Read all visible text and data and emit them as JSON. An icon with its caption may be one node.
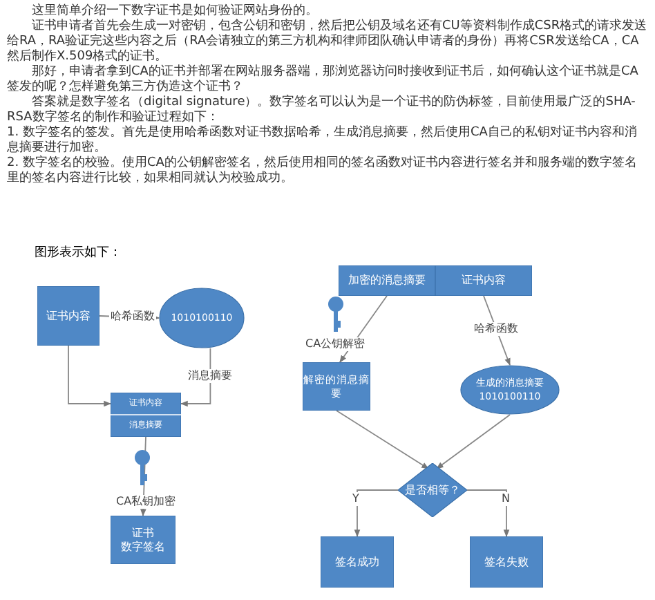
{
  "diagram": {
    "nodes": [
      {
        "text": [
          "证书内容"
        ]
      },
      {
        "text": [
          "1010100110"
        ]
      },
      {
        "text": [
          "证书内容",
          "消息摘要"
        ]
      },
      {
        "text": [
          "证书",
          "数字签名"
        ]
      },
      {
        "text": [
          "加密的消息摘要"
        ]
      },
      {
        "text": [
          "证书内容"
        ]
      },
      {
        "text": [
          "解密的消息摘要"
        ]
      },
      {
        "text": [
          "生成的消息摘要",
          "1010100110"
        ]
      },
      {
        "text": [
          "是否相等？"
        ]
      },
      {
        "text": [
          "签名成功"
        ]
      },
      {
        "text": [
          "签名失败"
        ]
      }
    ],
    "edges": [
      {
        "from": 0,
        "to": 1,
        "arrow": "to",
        "label": "哈希函数"
      },
      {
        "from": 0,
        "to": 2,
        "arrow": "to"
      },
      {
        "from": 1,
        "to": 2,
        "arrow": "to",
        "label": "消息摘要"
      },
      {
        "from": 2,
        "to": 3,
        "arrow": "to",
        "label": "CA私钥加密"
      },
      {
        "from": 4,
        "to": 6,
        "arrow": "to",
        "label": "CA公钥解密"
      },
      {
        "from": 5,
        "to": 7,
        "arrow": "to",
        "label": "哈希函数"
      },
      {
        "from": 6,
        "to": 8,
        "arrow": "to"
      },
      {
        "from": 7,
        "to": 8,
        "arrow": "to"
      },
      {
        "from": 8,
        "to": 9,
        "arrow": "to",
        "label": "Y"
      },
      {
        "from": 8,
        "to": 10,
        "arrow": "to",
        "label": "N"
      }
    ],
    "labels": [
      "这里简单介绍一下数字证书是如何验证网站身份的。",
      "证书申请者首先会生成一对密钥，包含公钥和密钥，然后把公钥及域名还有CU等资料制作成CSR格式的请求发送给RA，RA验证完这些内容之后（RA会请独立的第三方机构和律师团队确认申请者的身份）再将CSR发送给CA，CA然后制作X.509格式的证书。",
      "那好，申请者拿到CA的证书并部署在网站服务器端，那浏览器访问时接收到证书后，如何确认这个证书就是CA签发的呢？怎样避免第三方伪造这个证书？",
      "答案就是数字签名（digital signature）。数字签名可以认为是一个证书的防伪标签，目前使用最广泛的SHA-RSA数字签名的制作和验证过程如下：",
      "1. 数字签名的签发。首先是使用哈希函数对证书数据哈希，生成消息摘要，然后使用CA自己的私钥对证书内容和消息摘要进行加密。",
      "2. 数字签名的校验。使用CA的公钥解密签名，然后使用相同的签名函数对证书内容进行签名并和服务端的数字签名里的签名内容进行比较，如果相同就认为校验成功。",
      "图形表示如下："
    ]
  }
}
